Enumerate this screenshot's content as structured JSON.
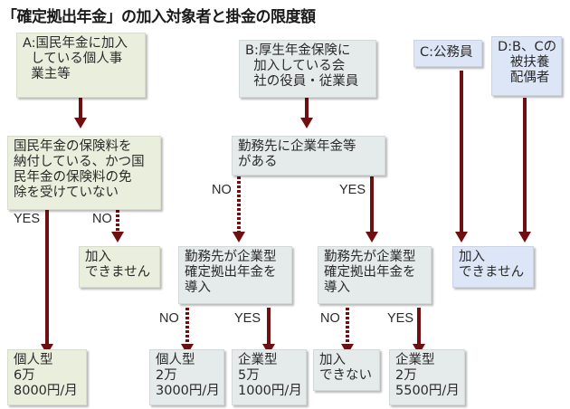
{
  "title": "「確定拠出年金」の加入対象者と掛金の限度額",
  "colors": {
    "arrow": "#6e0f12",
    "green_box": "#eaeedd",
    "gray_box": "#e4ebea",
    "blue_box": "#dde6f6"
  },
  "nodes": {
    "a": "A:国民年金に加入\n  している個人事\n  業主等",
    "b": "B:厚生年金保険に\n  加入している会\n  社の役員・従業員",
    "c": "C:公務員",
    "d": "D:B、Cの\n   被扶養\n   配偶者",
    "a_q": "国民年金の保険料を\n納付している、かつ国\n民年金の保険料の免\n除を受けていない",
    "b_q": "勤務先に企業年金等\nがある",
    "a_no": "加入\nできません",
    "b_no_q": "勤務先が企業型\n確定拠出年金を\n導入",
    "b_yes_q": "勤務先が企業型\n確定拠出年金を\n導入",
    "cd_result": "加入\nできません",
    "r_a_yes": "個人型\n6万\n8000円/月",
    "r_b1": "個人型\n2万\n3000円/月",
    "r_b2": "企業型\n5万\n1000円/月",
    "r_b3": "加入\nできない",
    "r_b4": "企業型\n2万\n5500円/月"
  },
  "labels": {
    "yes": "YES",
    "no": "NO"
  }
}
